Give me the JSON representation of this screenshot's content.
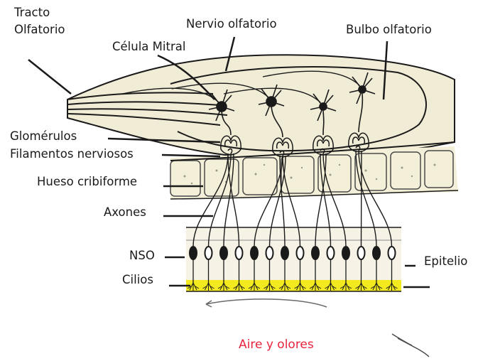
{
  "labels": {
    "tracto_line1": "Tracto",
    "tracto_line2": "Olfatorio",
    "nervio_olfatorio": "Nervio olfatorio",
    "bulbo_olfatorio": "Bulbo olfatorio",
    "celula_mitral": "Célula Mitral",
    "glomerulos": "Glomérulos",
    "filamentos_nerviosos": "Filamentos nerviosos",
    "hueso_cribiforme": "Hueso cribiforme",
    "axones": "Axones",
    "nso": "NSO",
    "epitelio": "Epitelio",
    "cilios": "Cilios",
    "aire_y_olores": "Aire y olores"
  },
  "colors": {
    "bulb_fill": "#f1ecd6",
    "bone_fill": "#f4efd8",
    "cilia_band": "#f2ea1e",
    "ink": "#1a1a1a",
    "air_label": "#e8243c"
  }
}
